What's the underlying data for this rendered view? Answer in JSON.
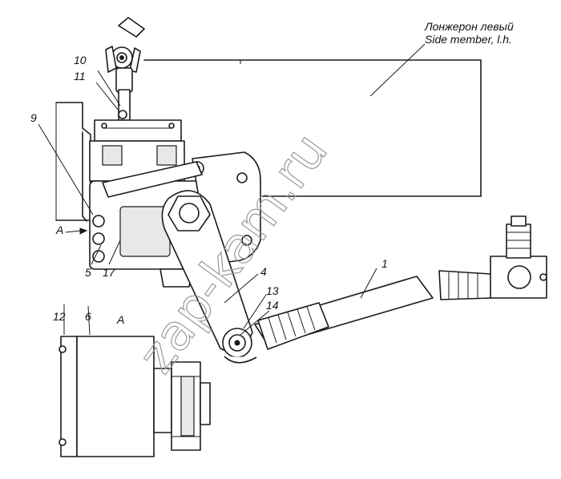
{
  "frame_label": {
    "ru": "Лонжерон левый",
    "en": "Side member, l.h."
  },
  "view_label": "A",
  "view_marker": "A",
  "watermark": "zap-kam.ru",
  "callouts": {
    "c1": "1",
    "c4": "4",
    "c5": "5",
    "c6": "6",
    "c9": "9",
    "c10": "10",
    "c11": "11",
    "c12": "12",
    "c13": "13",
    "c14": "14",
    "c17": "17"
  },
  "colors": {
    "line": "#1a1a1a",
    "watermark": "#9a9a9a",
    "background": "#ffffff"
  }
}
